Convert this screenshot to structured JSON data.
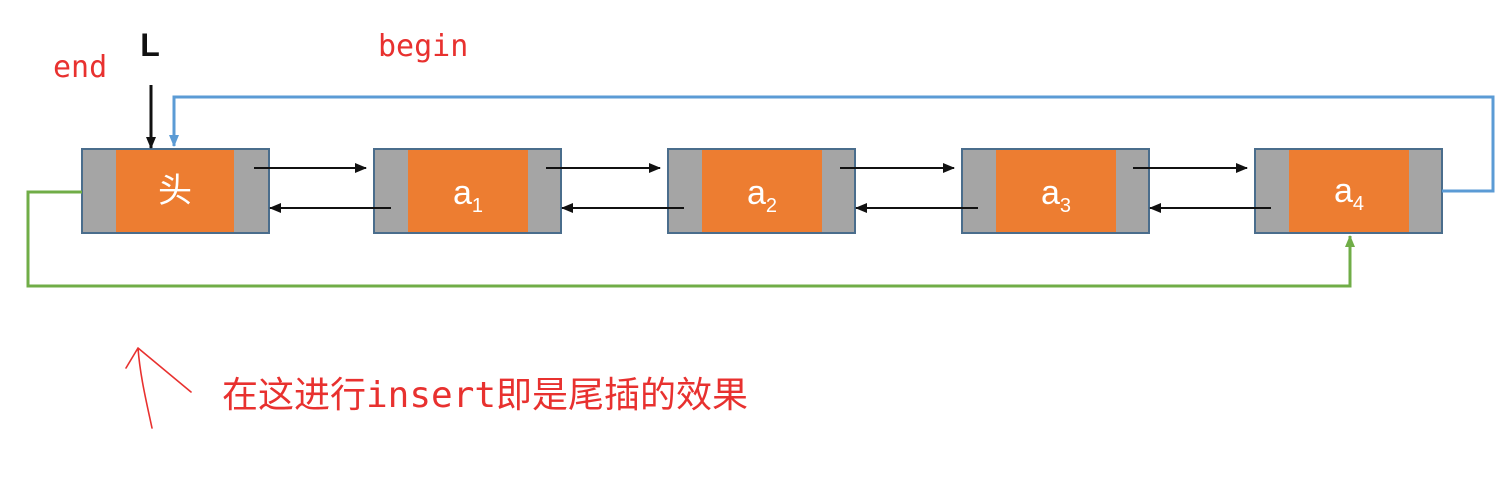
{
  "labels": {
    "pointer": "L",
    "end": "end",
    "begin": "begin",
    "note": "在这进行insert即是尾插的效果"
  },
  "nodes": [
    {
      "main": "头",
      "sub": ""
    },
    {
      "main": "a",
      "sub": "1"
    },
    {
      "main": "a",
      "sub": "2"
    },
    {
      "main": "a",
      "sub": "3"
    },
    {
      "main": "a",
      "sub": "4"
    }
  ],
  "colors": {
    "node_fill": "#ed7d31",
    "pointer_fill": "#a5a5a5",
    "node_border": "#4a6d8c",
    "begin_link": "#5b9bd5",
    "end_link": "#70ad47",
    "annotation": "#e8312f",
    "arrow": "#111111"
  }
}
